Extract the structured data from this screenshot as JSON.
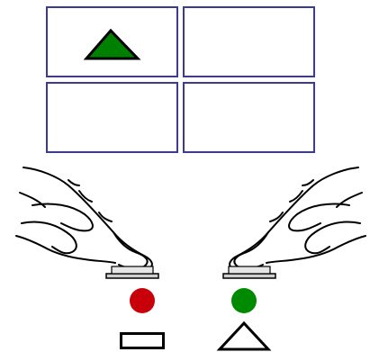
{
  "grid": {
    "cells": [
      {
        "id": "top-left",
        "stimulus": "green-triangle"
      },
      {
        "id": "top-right",
        "stimulus": ""
      },
      {
        "id": "bottom-left",
        "stimulus": ""
      },
      {
        "id": "bottom-right",
        "stimulus": ""
      }
    ],
    "border_color": "#3b3b8f",
    "stimulus_fill": "#008000"
  },
  "responses": {
    "left": {
      "hand": "left-hand-pressing",
      "button_light_color": "#c8000a",
      "shape": "rectangle-icon"
    },
    "right": {
      "hand": "right-hand-pressing",
      "button_light_color": "#008a00",
      "shape": "triangle-icon"
    }
  }
}
